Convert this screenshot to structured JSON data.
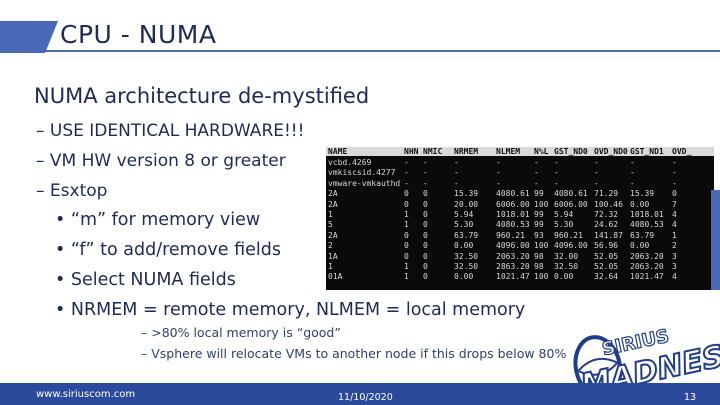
{
  "header": {
    "title": "CPU - NUMA"
  },
  "slide": {
    "subtitle": "NUMA architecture de-mystified",
    "bullets_l1": [
      "– USE IDENTICAL HARDWARE!!!",
      "– VM HW version 8 or greater",
      "– Esxtop"
    ],
    "bullets_l2": [
      "• “m” for memory view",
      "• “f” to add/remove fields",
      "• Select NUMA fields",
      "• NRMEM = remote memory, NLMEM = local memory"
    ],
    "bullets_l3": [
      "– >80% local memory is “good”",
      "– Vsphere will relocate VMs to another node if this drops below 80%"
    ]
  },
  "esxtop": {
    "headers": [
      "NAME",
      "NHN",
      "NMIC",
      "NRMEM",
      "NLMEM",
      "N%L",
      "GST_ND0",
      "OVD_ND0",
      "GST_ND1",
      "OVD_"
    ],
    "rows": [
      [
        "vcbd.4269",
        "-",
        "-",
        "-",
        "-",
        "-",
        "-",
        "-",
        "-",
        "-"
      ],
      [
        "vmkiscsid.4277",
        "-",
        "-",
        "-",
        "-",
        "-",
        "-",
        "-",
        "-",
        "-"
      ],
      [
        "vmware-vmkauthd",
        "-",
        "-",
        "-",
        "-",
        "-",
        "-",
        "-",
        "-",
        "-"
      ],
      [
        "2A",
        "0",
        "0",
        "15.39",
        "4080.61",
        "99",
        "4080.61",
        "71.29",
        "15.39",
        "0"
      ],
      [
        "2A",
        "0",
        "0",
        "20.00",
        "6006.00",
        "100",
        "6006.00",
        "100.46",
        "0.00",
        "7"
      ],
      [
        "1",
        "1",
        "0",
        "5.94",
        "1018.01",
        "99",
        "5.94",
        "72.32",
        "1018.01",
        "4"
      ],
      [
        "5",
        "1",
        "0",
        "5.30",
        "4080.53",
        "99",
        "5.30",
        "24.62",
        "4080.53",
        "4"
      ],
      [
        "2A",
        "0",
        "0",
        "63.79",
        "960.21",
        "93",
        "960.21",
        "141.87",
        "63.79",
        "1"
      ],
      [
        "2",
        "0",
        "0",
        "0.00",
        "4096.00",
        "100",
        "4096.00",
        "56.96",
        "0.00",
        "2"
      ],
      [
        "1A",
        "0",
        "0",
        "32.50",
        "2063.20",
        "98",
        "32.00",
        "52.05",
        "2063.20",
        "3"
      ],
      [
        "1",
        "1",
        "0",
        "32.50",
        "2863.20",
        "98",
        "32.50",
        "52.05",
        "2063.20",
        "3"
      ],
      [
        "01A",
        "1",
        "0",
        "0.00",
        "1021.47",
        "100",
        "0.00",
        "32.64",
        "1021.47",
        "4"
      ]
    ]
  },
  "logo": {
    "line1": "SIRIUS",
    "line2": "MADNESS"
  },
  "footer": {
    "url": "www.siriuscom.com",
    "date": "11/10/2020",
    "page": "13"
  },
  "colors": {
    "accent": "#4a69b8",
    "footer": "#2c4a9b",
    "text": "#1f2a57"
  }
}
